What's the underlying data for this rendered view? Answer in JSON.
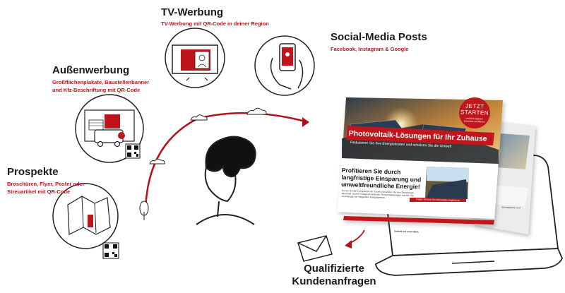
{
  "channels": {
    "tv": {
      "title": "TV-Werbung",
      "subtitle": "TV-Werbung mit QR-Code in deiner Region"
    },
    "social": {
      "title": "Social-Media Posts",
      "subtitle": "Facebook, Instagram & Google"
    },
    "outdoor": {
      "title": "Außenwerbung",
      "subtitle_line1": "Großflächenplakate, Baustellenbanner",
      "subtitle_line2": "und Kfz-Beschriftung mit QR-Code"
    },
    "print": {
      "title": "Prospekte",
      "subtitle_line1": "Broschüren, Flyer, Poster oder",
      "subtitle_line2": "Streuartikel mit QR-Code"
    }
  },
  "landing_page": {
    "headline": "Photovoltaik-Lösungen für Ihr Zuhause",
    "subline": "Reduzieren Sie Ihre Energiekosten und schützen Sie die Umwelt",
    "cta_badge_line1": "JETZT",
    "cta_badge_line2": "STARTEN",
    "cta_badge_small": "und eine eigenen Interessen profitieren",
    "section_heading": "Profitieren Sie durch langfristige Einsparung und umweltfreundliche Energie!",
    "body_text": "Nutzen Sie die Energiekraft der Sonne und senken Sie Ihre Stromkosten dauerhaft. Unsere maßgeschneiderten Photovoltaikanlagen machen Sie unabhängig von steigenden Energiepreisen.",
    "button_label": "Fragen Sie jetzt Ihr individuelles Angebot an",
    "footer_text": "Vorteile auf einen Blick",
    "secondary_text": "Stromspeicher und"
  },
  "result": {
    "line1": "Qualifizierte",
    "line2": "Kundenanfragen"
  },
  "colors": {
    "accent": "#c0141d",
    "ink": "#1a1a1a"
  }
}
